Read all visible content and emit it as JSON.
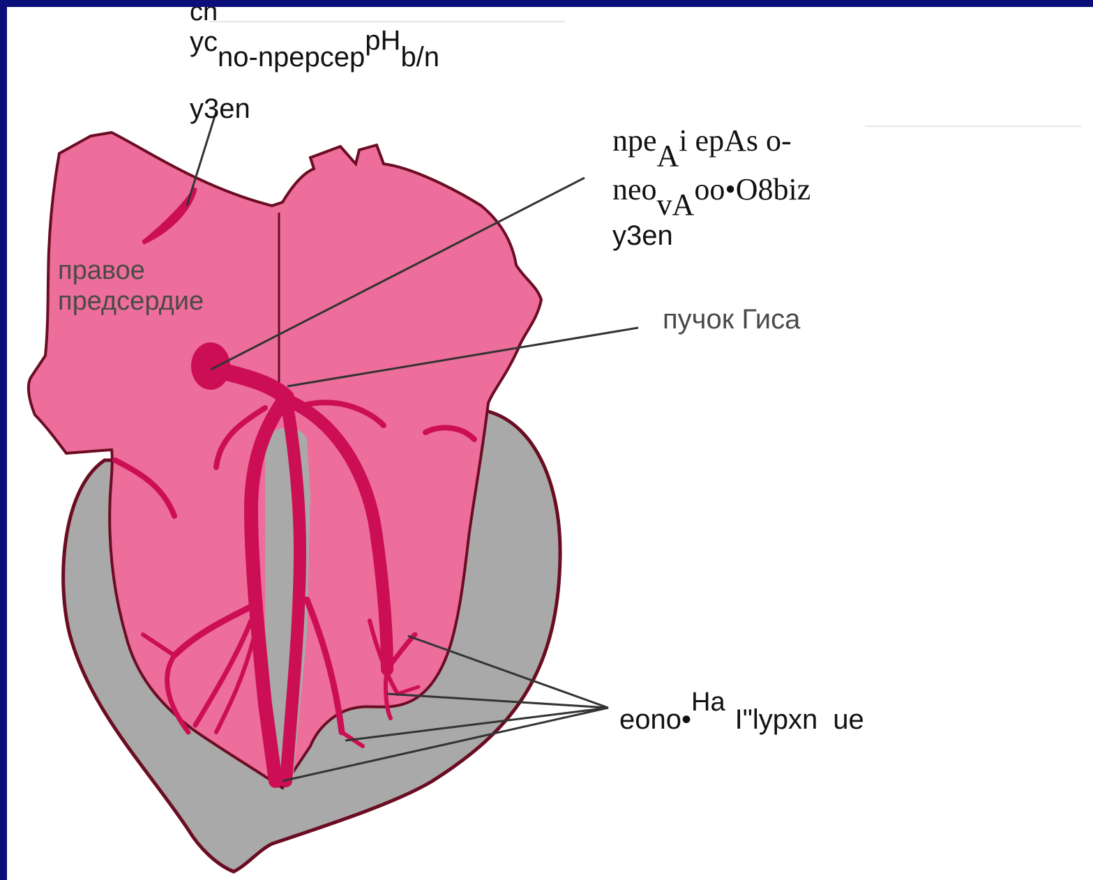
{
  "colors": {
    "frame": "#0b0f7a",
    "background": "#ffffff",
    "myocardium_pink": "#ed6d9b",
    "conduction_red": "#cc0f55",
    "ventricle_grey": "#a9a9a9",
    "outline": "#6b0d22",
    "leader_line": "#333333"
  },
  "labels": {
    "sa_node_line1_top": "cn",
    "sa_node_line1_yc": "yc",
    "sa_node_line1_mid": "no-npepcep",
    "sa_node_line1_sup": "pH",
    "sa_node_line1_sub": "b/n",
    "sa_node_line2": "y3en",
    "av_node_line1_a": "npe",
    "av_node_line1_sub": "A",
    "av_node_line1_b": "i epAs o-",
    "av_node_line2_a": "neo",
    "av_node_line2_sub": "vA",
    "av_node_line2_b": "oo•O8biz",
    "av_node_line3": "y3en",
    "right_atrium_line1": "правое",
    "right_atrium_line2": "предсердие",
    "his_bundle": "пучок Гиса",
    "purkinje_a": "eono•",
    "purkinje_sup": "Ha",
    "purkinje_b": "I\"lypxn",
    "purkinje_c": "ue"
  }
}
